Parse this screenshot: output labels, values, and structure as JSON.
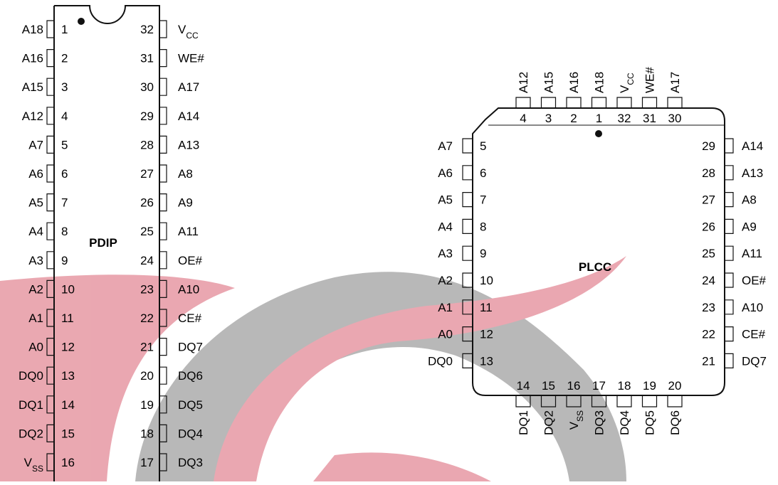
{
  "pdip": {
    "title": "PDIP",
    "left_pins": [
      {
        "num": "1",
        "name": "A18"
      },
      {
        "num": "2",
        "name": "A16"
      },
      {
        "num": "3",
        "name": "A15"
      },
      {
        "num": "4",
        "name": "A12"
      },
      {
        "num": "5",
        "name": "A7"
      },
      {
        "num": "6",
        "name": "A6"
      },
      {
        "num": "7",
        "name": "A5"
      },
      {
        "num": "8",
        "name": "A4"
      },
      {
        "num": "9",
        "name": "A3"
      },
      {
        "num": "10",
        "name": "A2"
      },
      {
        "num": "11",
        "name": "A1"
      },
      {
        "num": "12",
        "name": "A0"
      },
      {
        "num": "13",
        "name": "DQ0"
      },
      {
        "num": "14",
        "name": "DQ1"
      },
      {
        "num": "15",
        "name": "DQ2"
      },
      {
        "num": "16",
        "name": "V",
        "sub": "SS"
      }
    ],
    "right_pins": [
      {
        "num": "32",
        "name": "V",
        "sub": "CC"
      },
      {
        "num": "31",
        "name": "WE#"
      },
      {
        "num": "30",
        "name": "A17"
      },
      {
        "num": "29",
        "name": "A14"
      },
      {
        "num": "28",
        "name": "A13"
      },
      {
        "num": "27",
        "name": "A8"
      },
      {
        "num": "26",
        "name": "A9"
      },
      {
        "num": "25",
        "name": "A11"
      },
      {
        "num": "24",
        "name": "OE#"
      },
      {
        "num": "23",
        "name": "A10"
      },
      {
        "num": "22",
        "name": "CE#"
      },
      {
        "num": "21",
        "name": "DQ7"
      },
      {
        "num": "20",
        "name": "DQ6"
      },
      {
        "num": "19",
        "name": "DQ5"
      },
      {
        "num": "18",
        "name": "DQ4"
      },
      {
        "num": "17",
        "name": "DQ3"
      }
    ]
  },
  "plcc": {
    "title": "PLCC",
    "top_pins": [
      {
        "num": "4",
        "name": "A12"
      },
      {
        "num": "3",
        "name": "A15"
      },
      {
        "num": "2",
        "name": "A16"
      },
      {
        "num": "1",
        "name": "A18"
      },
      {
        "num": "32",
        "name": "V",
        "sub": "CC"
      },
      {
        "num": "31",
        "name": "WE#"
      },
      {
        "num": "30",
        "name": "A17"
      }
    ],
    "left_pins": [
      {
        "num": "5",
        "name": "A7"
      },
      {
        "num": "6",
        "name": "A6"
      },
      {
        "num": "7",
        "name": "A5"
      },
      {
        "num": "8",
        "name": "A4"
      },
      {
        "num": "9",
        "name": "A3"
      },
      {
        "num": "10",
        "name": "A2"
      },
      {
        "num": "11",
        "name": "A1"
      },
      {
        "num": "12",
        "name": "A0"
      },
      {
        "num": "13",
        "name": "DQ0"
      }
    ],
    "right_pins": [
      {
        "num": "29",
        "name": "A14"
      },
      {
        "num": "28",
        "name": "A13"
      },
      {
        "num": "27",
        "name": "A8"
      },
      {
        "num": "26",
        "name": "A9"
      },
      {
        "num": "25",
        "name": "A11"
      },
      {
        "num": "24",
        "name": "OE#"
      },
      {
        "num": "23",
        "name": "A10"
      },
      {
        "num": "22",
        "name": "CE#"
      },
      {
        "num": "21",
        "name": "DQ7"
      }
    ],
    "bottom_pins": [
      {
        "num": "14",
        "name": "DQ1"
      },
      {
        "num": "15",
        "name": "DQ2"
      },
      {
        "num": "16",
        "name": "V",
        "sub": "SS"
      },
      {
        "num": "17",
        "name": "DQ3"
      },
      {
        "num": "18",
        "name": "DQ4"
      },
      {
        "num": "19",
        "name": "DQ5"
      },
      {
        "num": "20",
        "name": "DQ6"
      }
    ]
  },
  "colors": {
    "watermark_red": "#e9a3ad",
    "watermark_gray": "#b5b5b5",
    "ink": "#111111"
  }
}
